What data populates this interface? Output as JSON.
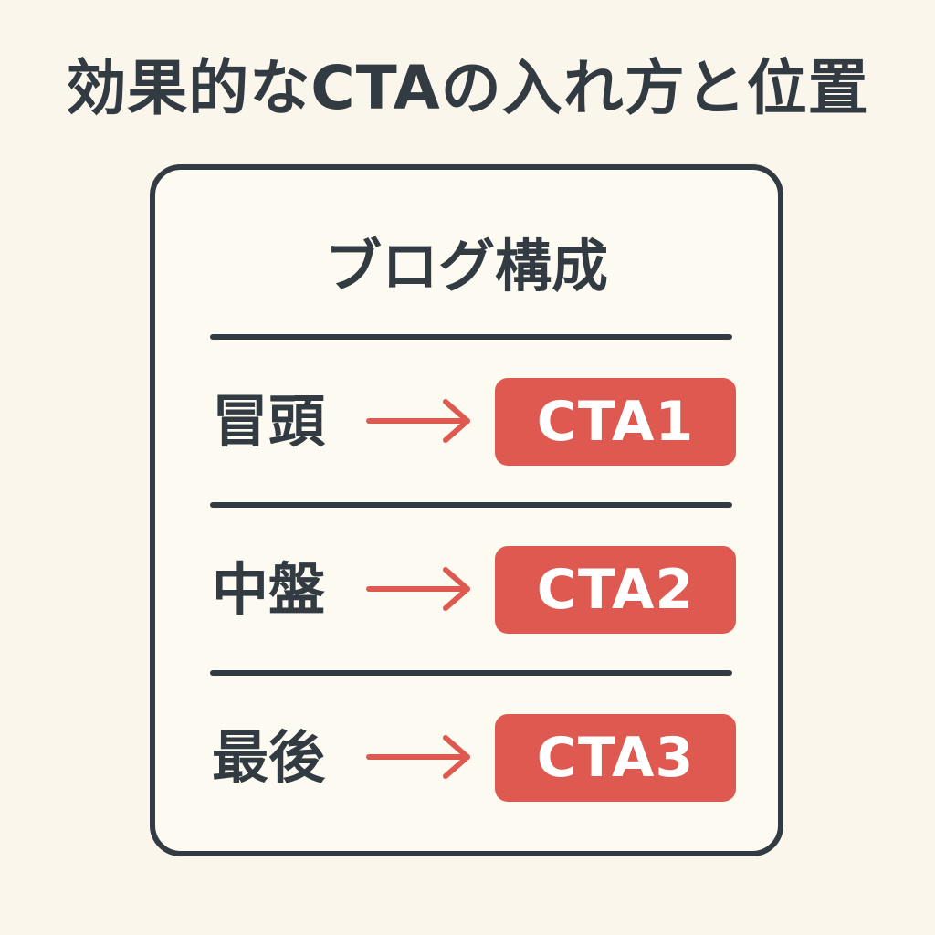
{
  "title": "効果的なCTAの入れ方と位置",
  "panel": {
    "title": "ブログ構成",
    "rows": [
      {
        "label": "冒頭",
        "cta": "CTA1"
      },
      {
        "label": "中盤",
        "cta": "CTA2"
      },
      {
        "label": "最後",
        "cta": "CTA3"
      }
    ]
  },
  "colors": {
    "background": "#fbf6ec",
    "panel_background": "#fcfaf1",
    "ink": "#333b42",
    "accent": "#de5a50"
  },
  "icons": {
    "row_arrow": "right-arrow-icon"
  }
}
